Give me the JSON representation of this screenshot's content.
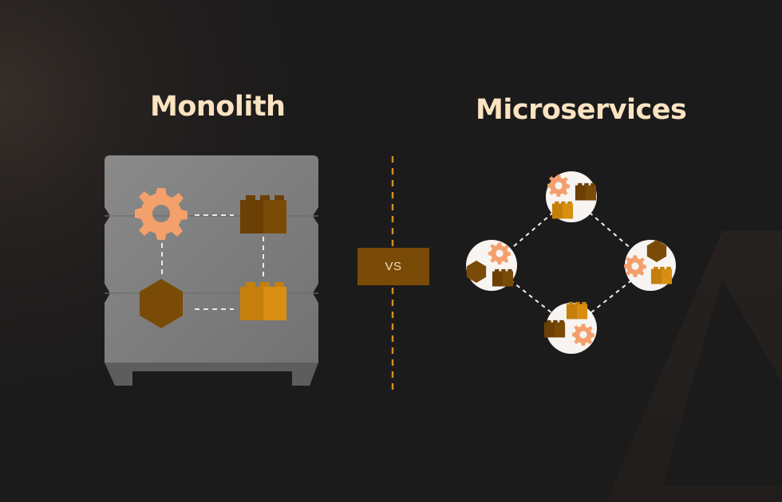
{
  "titles": {
    "left": "Monolith",
    "right": "Microservices"
  },
  "divider": {
    "label": "VS"
  },
  "colors": {
    "background": "#1c1b1b",
    "title_text": "#fbe3c1",
    "accent_orange": "#f4a06c",
    "brown_dark": "#6b3f05",
    "brown_mid": "#8c5a0b",
    "amber": "#c47f0c",
    "divider_line": "#d98f1b",
    "monolith_body": "#7d7d7d",
    "node_fill": "#f7f4f1"
  },
  "icons": {
    "component_types": [
      "gear-icon",
      "brick-icon",
      "hexagon-icon"
    ]
  }
}
